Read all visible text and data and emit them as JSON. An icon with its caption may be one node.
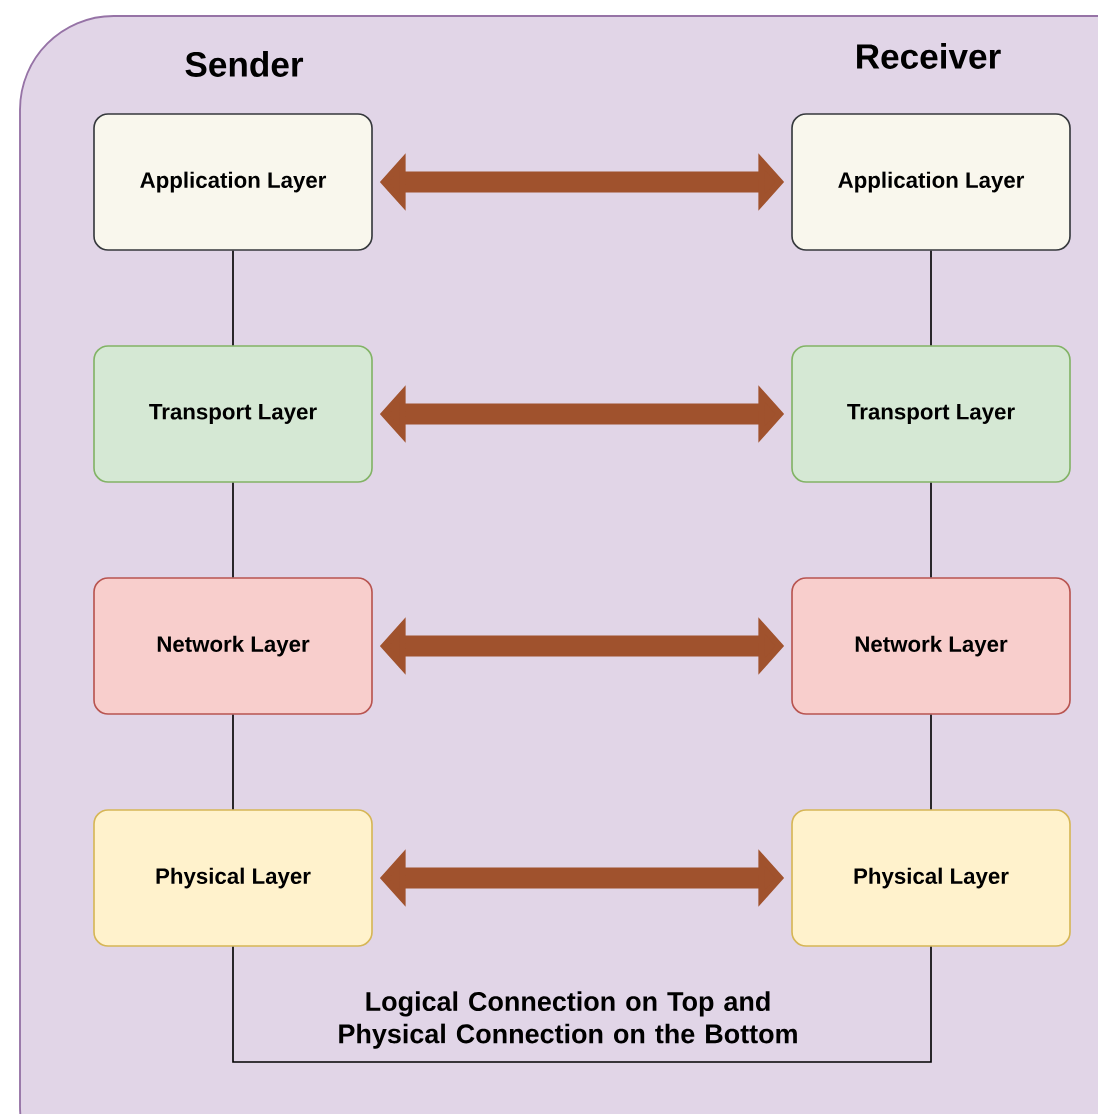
{
  "diagram": {
    "nodes": [
      {
        "text": [
          "Application Layer"
        ]
      },
      {
        "text": [
          "Application Layer"
        ]
      },
      {
        "text": [
          "Transport Layer"
        ]
      },
      {
        "text": [
          "Transport Layer"
        ]
      },
      {
        "text": [
          "Network Layer"
        ]
      },
      {
        "text": [
          "Network Layer"
        ]
      },
      {
        "text": [
          "Physical Layer"
        ]
      },
      {
        "text": [
          "Physical Layer"
        ]
      }
    ],
    "edges": [
      {
        "from": 0,
        "to": 1,
        "arrow": "both",
        "style": "thick",
        "color": "#a0522d"
      },
      {
        "from": 2,
        "to": 3,
        "arrow": "both",
        "style": "thick",
        "color": "#a0522d"
      },
      {
        "from": 4,
        "to": 5,
        "arrow": "both",
        "style": "thick",
        "color": "#a0522d"
      },
      {
        "from": 6,
        "to": 7,
        "arrow": "both",
        "style": "thick",
        "color": "#a0522d"
      },
      {
        "from": 0,
        "to": 2,
        "arrow": "none"
      },
      {
        "from": 2,
        "to": 4,
        "arrow": "none"
      },
      {
        "from": 4,
        "to": 6,
        "arrow": "none"
      },
      {
        "from": 1,
        "to": 3,
        "arrow": "none"
      },
      {
        "from": 3,
        "to": 5,
        "arrow": "none"
      },
      {
        "from": 5,
        "to": 7,
        "arrow": "none"
      },
      {
        "from": 6,
        "to": 7,
        "arrow": "none"
      }
    ],
    "labels": [
      "Sender",
      "Receiver",
      "Logical Connection on Top and Physical Connection on the Bottom"
    ]
  }
}
